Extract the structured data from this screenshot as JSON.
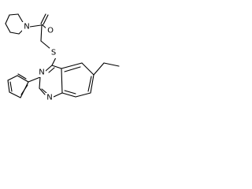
{
  "molecule": {
    "atoms": {
      "amine_n": "N",
      "carbonyl_o": "O",
      "thio_s": "S",
      "ring_n3": "N",
      "ring_n1": "N"
    },
    "colors": {
      "bond": "#000000",
      "label": "#000000",
      "background": "#ffffff"
    }
  }
}
